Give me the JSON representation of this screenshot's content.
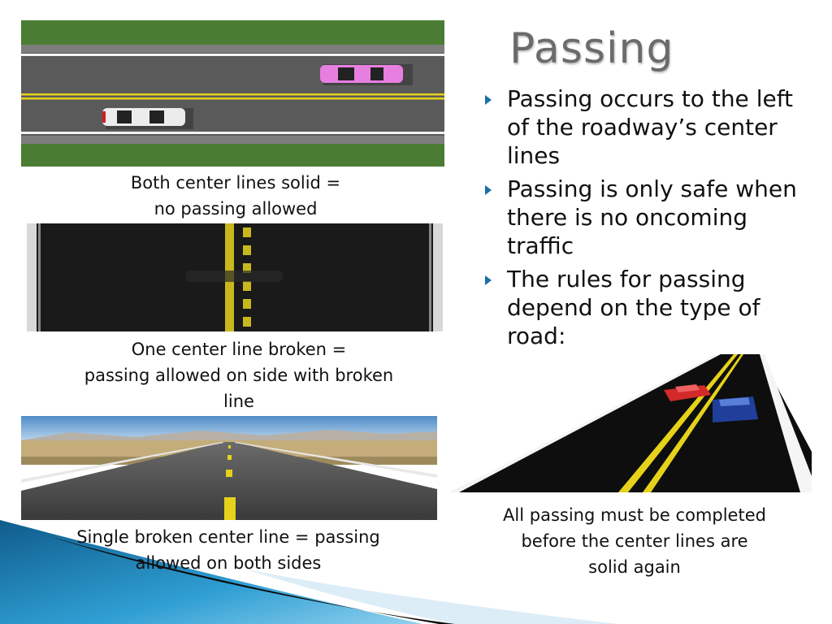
{
  "slide": {
    "title": "Passing",
    "bullets": [
      {
        "text": "Passing occurs to the left of the roadway’s center lines"
      },
      {
        "text": "Passing is only safe when there is no oncoming traffic"
      },
      {
        "text": "The rules for passing depend on the type of road:"
      }
    ],
    "captions": {
      "solid": {
        "line1": "Both center lines solid =",
        "line2": "no passing allowed"
      },
      "one_broken": {
        "line1": "One center line broken =",
        "line2": "passing allowed on side with broken",
        "line3": "line"
      },
      "single_broken": {
        "line1": "Single broken center line = passing",
        "line2": "allowed on both sides"
      },
      "complete": {
        "line1": "All passing must be completed",
        "line2": "before the center lines are",
        "line3": "solid again"
      }
    },
    "colors": {
      "accent": "#1b6fa8",
      "center_line_yellow": "#e6d21a",
      "asphalt": "#3e3e3e",
      "grass": "#3d6e2a"
    }
  }
}
